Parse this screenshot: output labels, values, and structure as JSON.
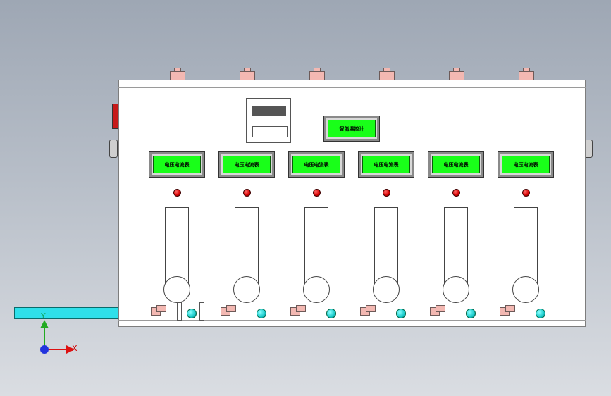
{
  "meter_label": "电压电流表",
  "temp_meter_label": "智能温控计",
  "axes": {
    "x_label": "X",
    "y_label": "Y"
  },
  "colors": {
    "lcd_screen": "#19ff19",
    "terminal": "#19c9c9",
    "indicator": "#d40000",
    "connector": "#f3b8b2",
    "rail": "#2fe0ea"
  },
  "modules_count": 6
}
